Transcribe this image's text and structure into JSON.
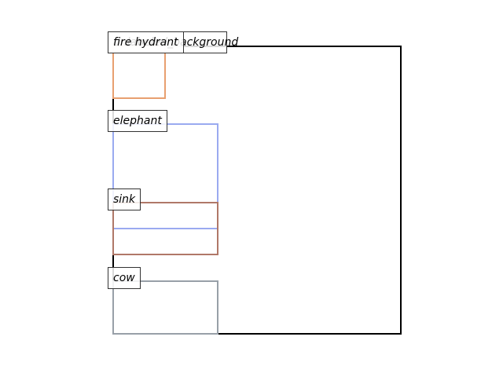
{
  "diagram": {
    "frame": {
      "label": "unlabeled_background",
      "color": "#000000"
    },
    "boxes": [
      {
        "label": "fire hydrant",
        "color": "#e8a070"
      },
      {
        "label": "elephant",
        "color": "#9aaaf0"
      },
      {
        "label": "sink",
        "color": "#b07868"
      },
      {
        "label": "cow",
        "color": "#98a0a8"
      }
    ]
  }
}
